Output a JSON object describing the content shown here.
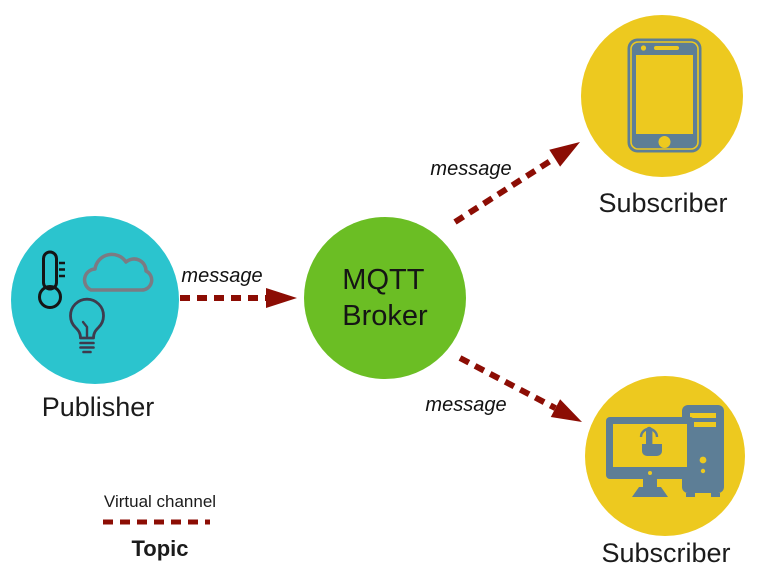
{
  "nodes": {
    "publisher": {
      "label": "Publisher",
      "color": "#2BC4CE",
      "icons": [
        "thermometer-icon",
        "cloud-icon",
        "lightbulb-icon"
      ]
    },
    "broker": {
      "label_line1": "MQTT",
      "label_line2": "Broker",
      "color": "#6BBE24"
    },
    "subscriber_top": {
      "label": "Subscriber",
      "color": "#EDC91F",
      "icon": "smartphone-icon"
    },
    "subscriber_bottom": {
      "label": "Subscriber",
      "color": "#EDC91F",
      "icon": "desktop-computer-icon"
    }
  },
  "arrows": {
    "style": "dashed",
    "color": "#8C0D04",
    "publisher_to_broker": {
      "label": "message"
    },
    "broker_to_subscriber_top": {
      "label": "message"
    },
    "broker_to_subscriber_bottom": {
      "label": "message"
    }
  },
  "legend": {
    "caption": "Virtual channel",
    "term": "Topic"
  },
  "colors": {
    "publisher_circle": "#2BC4CE",
    "broker_circle": "#6BBE24",
    "subscriber_circle": "#EDC91F",
    "arrow": "#8C0D04",
    "device_icon": "#5D7E96",
    "cloud_icon": "#7B7B83",
    "background": "#FFFFFF"
  }
}
